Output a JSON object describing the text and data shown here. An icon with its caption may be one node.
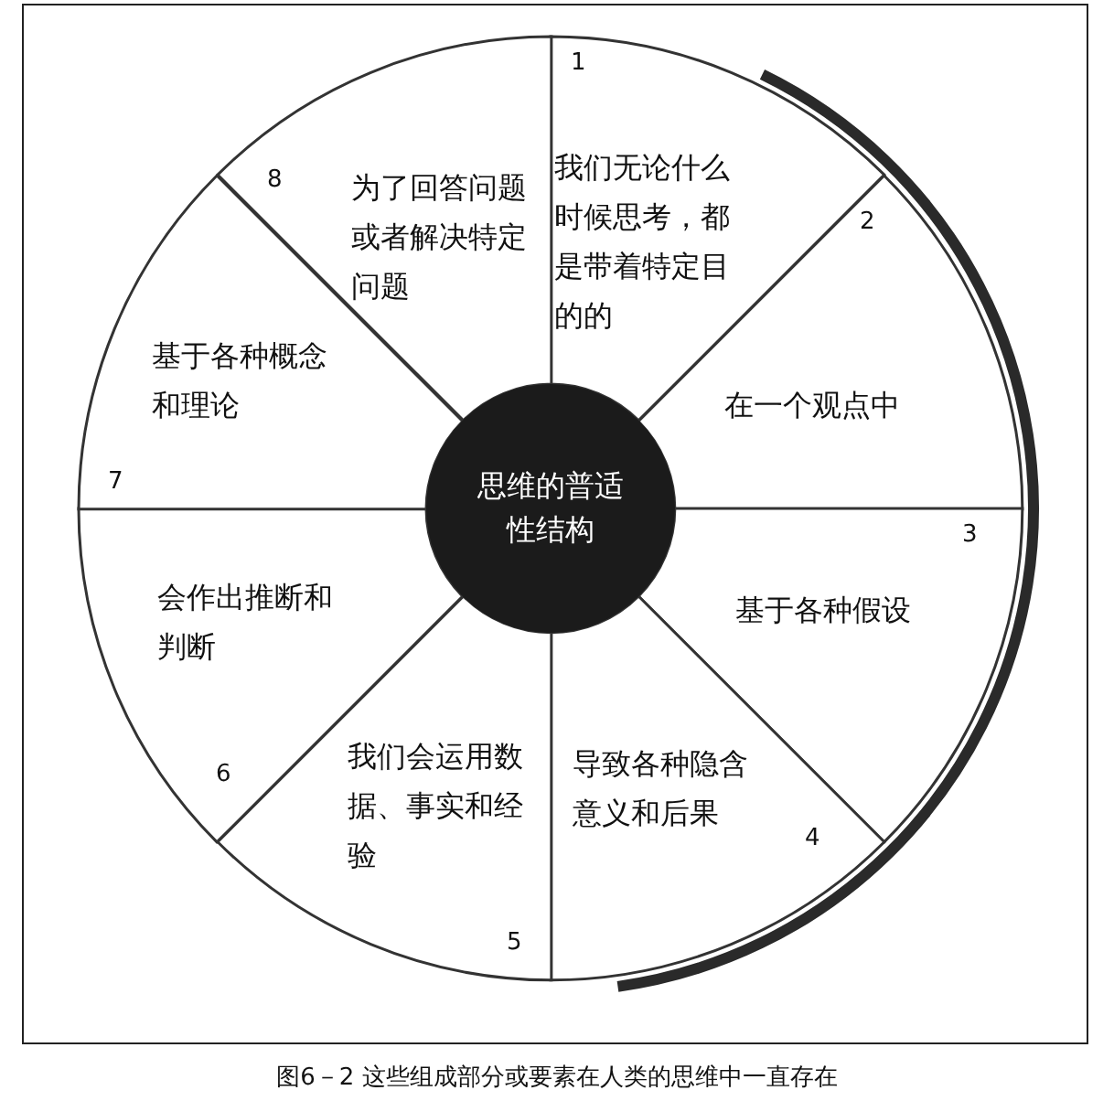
{
  "diagram": {
    "caption": "图6－2 这些组成部分或要素在人类的思维中一直存在",
    "nodes": [
      {
        "text": [
          "思维的普适性结构"
        ]
      },
      {
        "text": [
          "1",
          "我们无论什么时候思考，都是带着特定目的的"
        ]
      },
      {
        "text": [
          "2",
          "在一个观点中"
        ]
      },
      {
        "text": [
          "3",
          "基于各种假设"
        ]
      },
      {
        "text": [
          "导致各种隐含意义和后果",
          "4"
        ]
      },
      {
        "text": [
          "我们会运用数据、事实和经验",
          "5"
        ]
      },
      {
        "text": [
          "会作出推断和判断",
          "6"
        ]
      },
      {
        "text": [
          "基于各种概念和理论",
          "7"
        ]
      },
      {
        "text": [
          "8",
          "为了回答问题或者解决特定问题"
        ]
      }
    ]
  }
}
